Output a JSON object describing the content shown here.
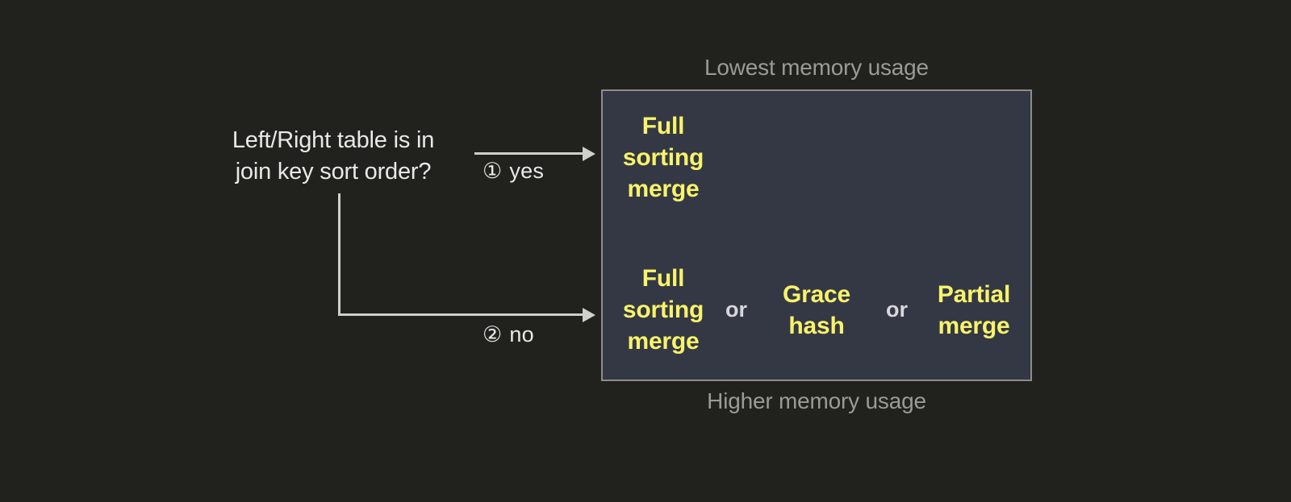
{
  "decision": {
    "question": "Left/Right table is in\njoin key sort order?"
  },
  "branches": [
    {
      "marker": "①",
      "label": "yes",
      "name": "yes"
    },
    {
      "marker": "②",
      "label": "no",
      "name": "no"
    }
  ],
  "captions": {
    "top": "Lowest memory usage",
    "bottom": "Higher memory usage"
  },
  "panel": {
    "rows": [
      {
        "options": [
          "Full\nsorting\nmerge"
        ],
        "separators": []
      },
      {
        "options": [
          "Full\nsorting\nmerge",
          "Grace\nhash",
          "Partial\nmerge"
        ],
        "separators": [
          "or",
          "or"
        ]
      }
    ]
  },
  "colors": {
    "background": "#21211e",
    "panel_fill": "#343845",
    "panel_border": "#8d8d8a",
    "option_text": "#f8f36a",
    "body_text": "#e9e9e7",
    "muted_text": "#9a9a97",
    "connector": "#cfcfcb"
  }
}
